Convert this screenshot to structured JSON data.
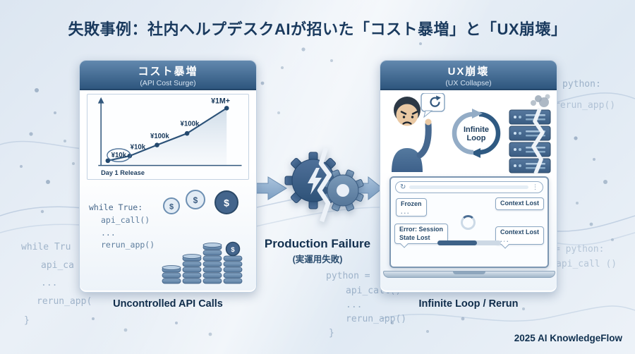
{
  "page": {
    "title": "失敗事例：社内ヘルプデスクAIが招いた「コスト暴増」と「UX崩壊」",
    "footer": "2025 AI KnowledgeFlow"
  },
  "left_card": {
    "header_title": "コスト暴増",
    "header_subtitle": "(API Cost Surge)",
    "caption": "Uncontrolled API Calls",
    "chart": {
      "type": "line",
      "point_labels": [
        "¥10k",
        "¥10k",
        "¥100k",
        "¥100k",
        "¥1M+"
      ],
      "baseline_label": "Day 1 Release"
    },
    "code_lines": [
      "while True:",
      "api_call()",
      "...",
      "rerun_app()"
    ]
  },
  "center": {
    "title": "Production Failure",
    "subtitle": "(実運用失敗)"
  },
  "right_card": {
    "header_title": "UX崩壊",
    "header_subtitle": "(UX Collapse)",
    "caption": "Infinite Loop / Rerun",
    "loop_line1": "Infinite",
    "loop_line2": "Loop",
    "browser": {
      "frozen_line1": "Frozen",
      "frozen_line2": "...",
      "context1": "Context Lost",
      "error_line1": "Error: Session",
      "error_line2": "State Lost",
      "context2_line1": "Context Lost",
      "context2_line2": "..."
    }
  },
  "icons": {
    "dollar": "$",
    "refresh": "↻",
    "menu_dots": "⋮"
  },
  "background_code": [
    "python:",
    "rerun_app()",
    "while Tru",
    "api_ca",
    "...",
    "rerun_app(",
    "}",
    "python = ",
    "api_call()",
    "...",
    "rerun_app()",
    "}",
    "= python:",
    "api_call ()"
  ]
}
